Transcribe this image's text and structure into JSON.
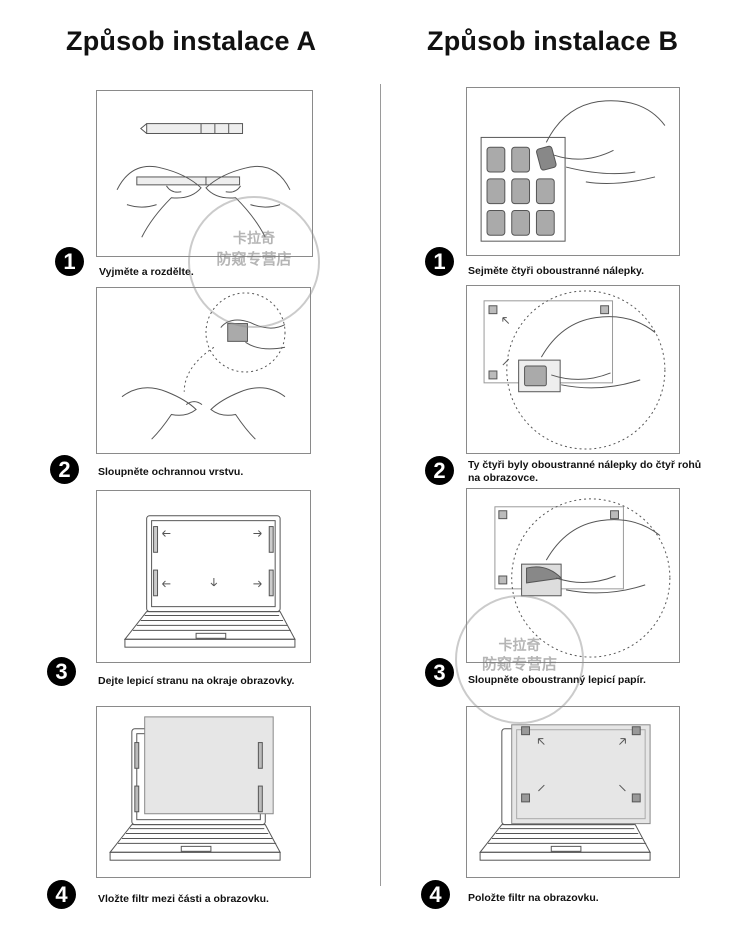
{
  "method_a": {
    "title": "Způsob instalace A",
    "steps": [
      {
        "number": "1",
        "caption": "Vyjměte a rozdělte."
      },
      {
        "number": "2",
        "caption": "Sloupněte ochrannou vrstvu."
      },
      {
        "number": "3",
        "caption": "Dejte lepicí stranu na okraje obrazovky."
      },
      {
        "number": "4",
        "caption": "Vložte filtr mezi části a obrazovku."
      }
    ]
  },
  "method_b": {
    "title": "Způsob instalace B",
    "steps": [
      {
        "number": "1",
        "caption": "Sejměte čtyři oboustranné nálepky."
      },
      {
        "number": "2",
        "caption": "Ty čtyři byly oboustranné nálepky do čtyř rohů na obrazovce."
      },
      {
        "number": "3",
        "caption": "Sloupněte oboustranný lepicí papír."
      },
      {
        "number": "4",
        "caption": "Položte filtr na obrazovku."
      }
    ]
  },
  "watermark": {
    "line1": "卡拉奇",
    "line2": "防窥专营店"
  }
}
